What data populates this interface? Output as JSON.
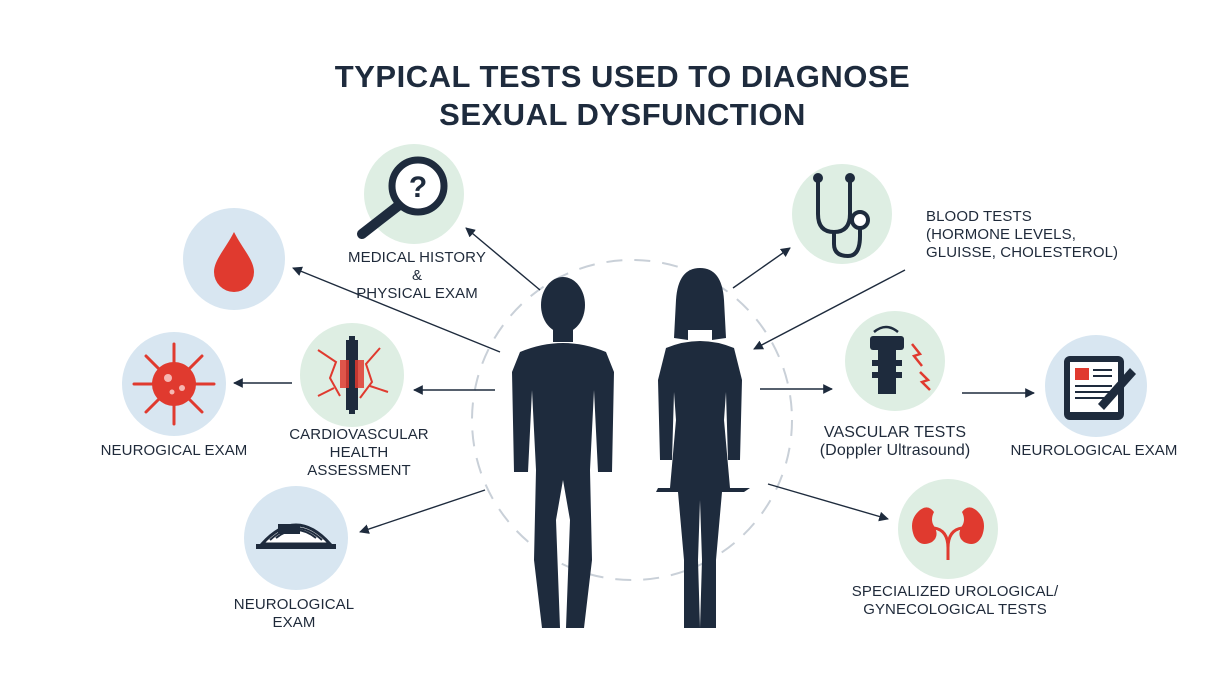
{
  "title": {
    "line1": "TYPICAL TESTS USED TO DIAGNOSE",
    "line2": "SEXUAL DYSFUNCTION"
  },
  "nodes": {
    "medical_history": {
      "line1": "MEDICAL HISTORY &",
      "line2": "PHYSICAL EXAM",
      "icon": "magnifier-question-icon"
    },
    "blood_drop": {
      "icon": "blood-drop-icon"
    },
    "neuro_left": {
      "line1": "NEUROGICAL EXAM",
      "icon": "nerve-cell-icon"
    },
    "cardio": {
      "line1": "CARDIOVASCULAR",
      "line2": "HEALTH",
      "line3": "ASSESSMENT",
      "icon": "vessel-icon"
    },
    "ultrasound_left": {
      "line1": "NEUROLOGICAL",
      "line2": "EXAM",
      "icon": "ultrasound-screen-icon"
    },
    "blood_tests": {
      "line1": "BLOOD TESTS",
      "line2": "(HORMONE LEVELS,",
      "line3": "GLUISSE, CHOLESTEROL)",
      "icon": "stethoscope-icon"
    },
    "vascular": {
      "line1": "VASCULAR TESTS",
      "line2": "(Doppler Ultrasound)",
      "icon": "doppler-probe-icon"
    },
    "neuro_right": {
      "line1": "NEUROLOGICAL EXAM",
      "icon": "tablet-report-icon"
    },
    "urological": {
      "line1": "SPECIALIZED UROLOGICAL/",
      "line2": "GYNECOLOGICAL TESTS",
      "icon": "kidneys-icon"
    }
  },
  "colors": {
    "navy": "#1e2b3d",
    "red": "#e03a2f",
    "circle_blue": "#d8e6f1",
    "circle_green": "#deeee3"
  }
}
